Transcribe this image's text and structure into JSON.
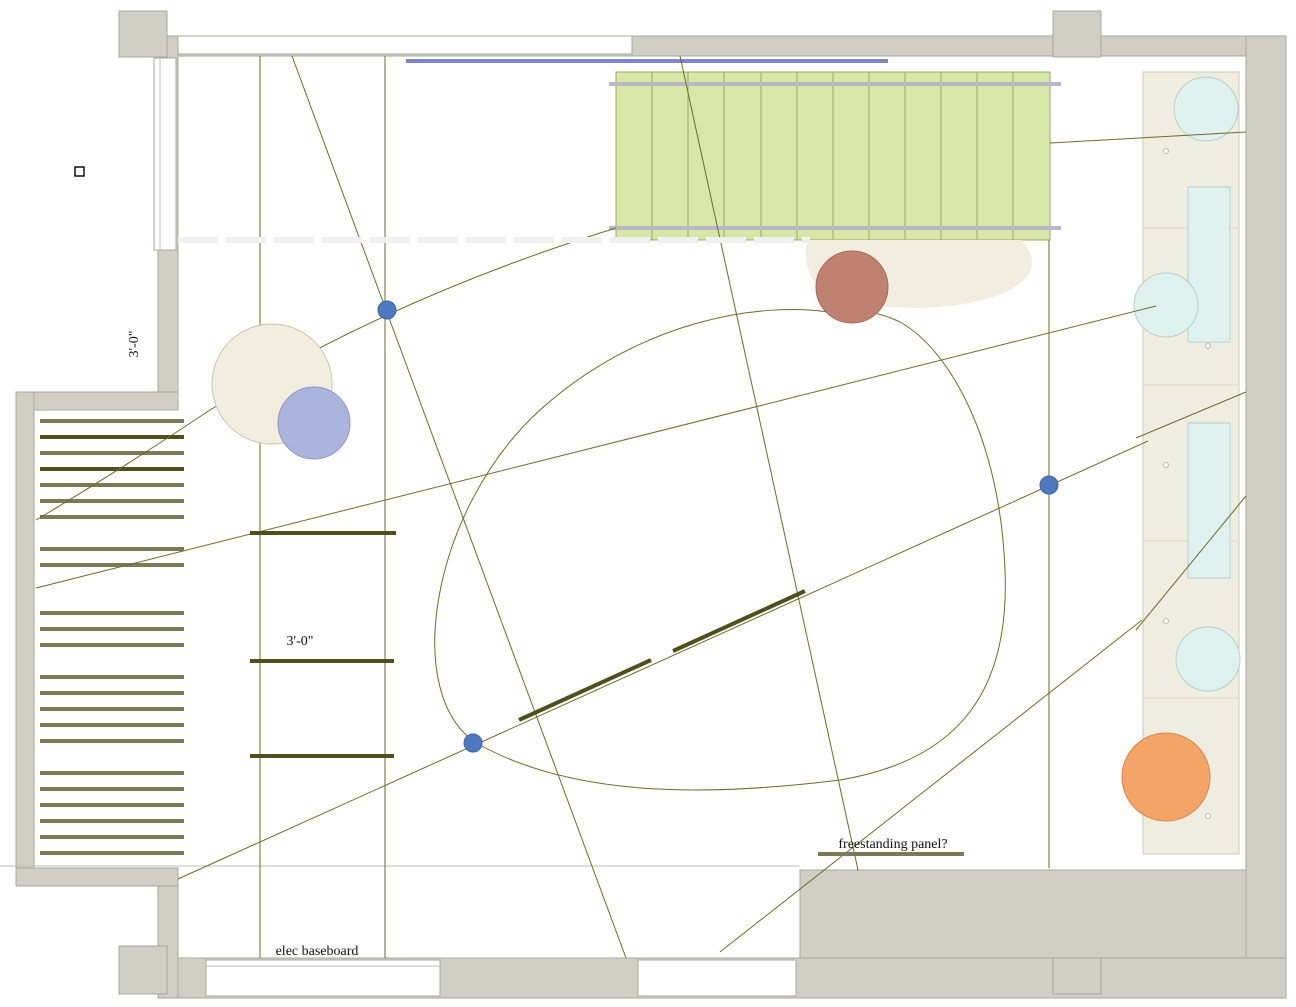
{
  "labels": {
    "dim_vertical": "3'-0\"",
    "dim_horizontal": "3'-0\"",
    "baseboard": "elec baseboard",
    "panel": "freestanding panel?"
  },
  "colors": {
    "wall": "#cfcfc6",
    "wall_stroke": "#a8a89f",
    "line": "#6b6b2e",
    "bar": "#4f4f1e",
    "grate": "#7a7a58",
    "stair": "#d8e6a8",
    "stair_line": "#9aaa66",
    "rail": "#b8b8c4",
    "blue_bar": "#7f86c8",
    "cream": "#f1eee0",
    "counter": "#efede0",
    "pale_cyan": "#dff1ef",
    "node": "#4e79c0",
    "periwinkle": "#aab4dc",
    "red_clay": "#c08270",
    "orange": "#f5a468"
  }
}
